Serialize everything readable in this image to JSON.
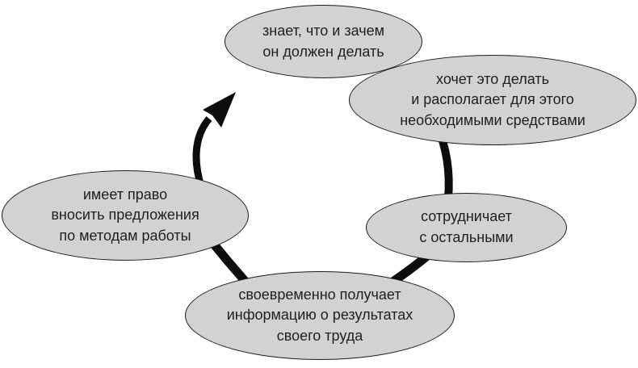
{
  "diagram": {
    "description_note": "cycle diagram of five gray ellipses connected by thick black arc segments, closing with an arrowhead",
    "colors": {
      "background": "#ffffff",
      "node_fill": "#d2d2d2",
      "node_border": "#1c1c1c",
      "arrow": "#0d0d0d",
      "text": "#1f1f1f"
    },
    "nodes": [
      {
        "id": "knows",
        "lines": [
          "знает, что и зачем",
          "он должен делать"
        ]
      },
      {
        "id": "wants",
        "lines": [
          "хочет это делать",
          "и располагает для этого",
          "необходимыми средствами"
        ]
      },
      {
        "id": "cooperates",
        "lines": [
          "сотрудничает",
          "с остальными"
        ]
      },
      {
        "id": "receives-info",
        "lines": [
          "своевременно получает",
          "информацию о результатах",
          "своего труда"
        ]
      },
      {
        "id": "proposes",
        "lines": [
          "имеет право",
          "вносить предложения",
          "по методам работы"
        ]
      }
    ],
    "edges": [
      {
        "from": "knows",
        "to": "wants",
        "visible_connector": false,
        "arrowhead": false
      },
      {
        "from": "wants",
        "to": "cooperates",
        "visible_connector": true,
        "arrowhead": false
      },
      {
        "from": "cooperates",
        "to": "receives-info",
        "visible_connector": true,
        "arrowhead": false
      },
      {
        "from": "receives-info",
        "to": "proposes",
        "visible_connector": true,
        "arrowhead": false
      },
      {
        "from": "proposes",
        "to": "knows",
        "visible_connector": true,
        "arrowhead": true
      }
    ]
  }
}
